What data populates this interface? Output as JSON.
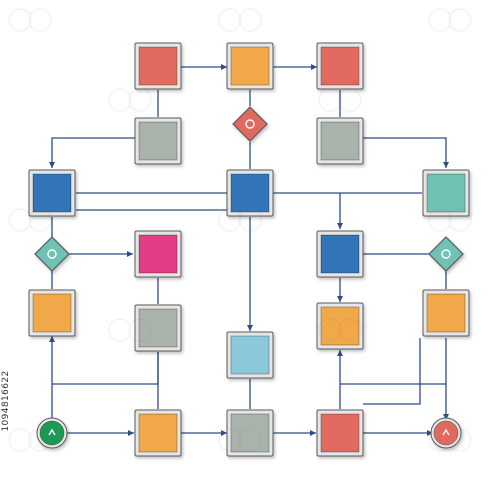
{
  "diagram": {
    "type": "flowchart",
    "side_text": "1094816622",
    "colors": {
      "edge": "#2e4d86",
      "frame": "#e6e6e6",
      "frame_border": "#5a5a5a",
      "red": "#e06b60",
      "orange": "#f1a84a",
      "gray": "#a9b3ab",
      "blue": "#3174b8",
      "teal": "#6fc2b4",
      "pink": "#e23d86",
      "lightblue": "#8cc8dc",
      "green": "#1f9a52"
    },
    "nodes": [
      {
        "id": "n1",
        "shape": "square",
        "color": "red"
      },
      {
        "id": "n2",
        "shape": "square",
        "color": "orange"
      },
      {
        "id": "n3",
        "shape": "square",
        "color": "red"
      },
      {
        "id": "n4",
        "shape": "square",
        "color": "gray"
      },
      {
        "id": "d1",
        "shape": "diamond",
        "color": "red"
      },
      {
        "id": "n5",
        "shape": "square",
        "color": "gray"
      },
      {
        "id": "n6",
        "shape": "square",
        "color": "blue"
      },
      {
        "id": "n7",
        "shape": "square",
        "color": "blue"
      },
      {
        "id": "n8",
        "shape": "square",
        "color": "teal"
      },
      {
        "id": "d2",
        "shape": "diamond",
        "color": "teal"
      },
      {
        "id": "n9",
        "shape": "square",
        "color": "pink"
      },
      {
        "id": "n10",
        "shape": "square",
        "color": "blue"
      },
      {
        "id": "d3",
        "shape": "diamond",
        "color": "teal"
      },
      {
        "id": "n11",
        "shape": "square",
        "color": "orange"
      },
      {
        "id": "n12",
        "shape": "square",
        "color": "gray"
      },
      {
        "id": "n13",
        "shape": "square",
        "color": "lightblue"
      },
      {
        "id": "n14",
        "shape": "square",
        "color": "orange"
      },
      {
        "id": "n15",
        "shape": "square",
        "color": "orange"
      },
      {
        "id": "s1",
        "shape": "circle",
        "color": "green"
      },
      {
        "id": "n16",
        "shape": "square",
        "color": "orange"
      },
      {
        "id": "n17",
        "shape": "square",
        "color": "gray"
      },
      {
        "id": "n18",
        "shape": "square",
        "color": "red"
      },
      {
        "id": "e1",
        "shape": "circle",
        "color": "red"
      }
    ]
  }
}
